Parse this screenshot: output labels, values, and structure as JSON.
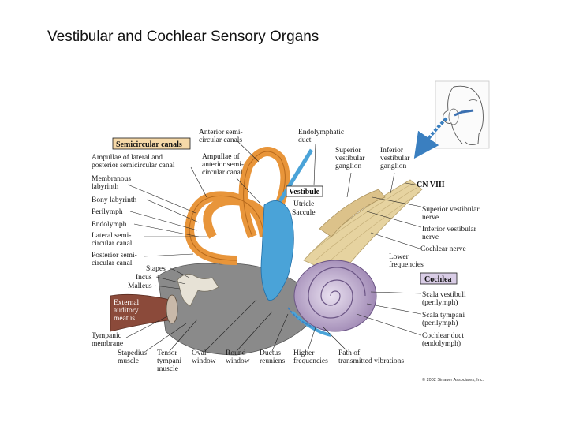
{
  "title": "Vestibular and Cochlear Sensory Organs",
  "boxes": {
    "semicircular_canals": "Semicircular canals",
    "vestibule": "Vestibule",
    "cochlea": "Cochlea"
  },
  "labels": {
    "anterior_semicircular_canals": [
      "Anterior semi-",
      "circular canals"
    ],
    "endolymphatic_duct": [
      "Endolymphatic",
      "duct"
    ],
    "superior_vestibular_ganglion": [
      "Superior",
      "vestibular",
      "ganglion"
    ],
    "inferior_vestibular_ganglion": [
      "Inferior",
      "vestibular",
      "ganglion"
    ],
    "ampullae_lateral_posterior": [
      "Ampullae of lateral and",
      "posterior semicircular canal"
    ],
    "ampullae_anterior": [
      "Ampullae of",
      "anterior semi-",
      "circular canal"
    ],
    "membranous_labyrinth": [
      "Membranous",
      "labyrinth"
    ],
    "bony_labyrinth": "Bony labyrinth",
    "perilymph": "Perilymph",
    "endolymph": "Endolymph",
    "lateral_semicircular_canal": [
      "Lateral semi-",
      "circular canal"
    ],
    "posterior_semicircular_canal": [
      "Posterior semi-",
      "circular canal"
    ],
    "stapes": "Stapes",
    "incus": "Incus",
    "malleus": "Malleus",
    "external_auditory_meatus": [
      "External",
      "auditory",
      "meatus"
    ],
    "tympanic_membrane": [
      "Tympanic",
      "membrane"
    ],
    "stapedius_muscle": [
      "Stapedius",
      "muscle"
    ],
    "tensor_tympani_muscle": [
      "Tensor",
      "tympani",
      "muscle"
    ],
    "oval_window": [
      "Oval",
      "window"
    ],
    "round_window": [
      "Round",
      "window"
    ],
    "ductus_reuniens": [
      "Ductus",
      "reuniens"
    ],
    "higher_frequencies": [
      "Higher",
      "frequencies"
    ],
    "path_of_vibrations": [
      "Path of",
      "transmitted vibrations"
    ],
    "utricle": "Utricle",
    "saccule": "Saccule",
    "cn_viii": "CN VIII",
    "superior_vestibular_nerve": [
      "Superior vestibular",
      "nerve"
    ],
    "inferior_vestibular_nerve": [
      "Inferior vestibular",
      "nerve"
    ],
    "cochlear_nerve": "Cochlear nerve",
    "lower_frequencies": [
      "Lower",
      "frequencies"
    ],
    "scala_vestibuli": [
      "Scala vestibuli",
      "(perilymph)"
    ],
    "scala_tympani": [
      "Scala tympani",
      "(perilymph)"
    ],
    "cochlear_duct": [
      "Cochlear duct",
      "(endolymph)"
    ]
  },
  "copyright": "© 2002 Sinauer Associates, Inc.",
  "colors": {
    "canal_orange": "#e8953a",
    "vestibule_blue": "#4aa3d8",
    "cochlea_purple": "#b9a3c9",
    "nerve_tan": "#e6d3a0",
    "bone_gray": "#8a8a8a",
    "meatus_brown": "#8b4a3a",
    "label_box_fill": "#f6d9a8",
    "arrow_blue": "#3a7fc0"
  }
}
